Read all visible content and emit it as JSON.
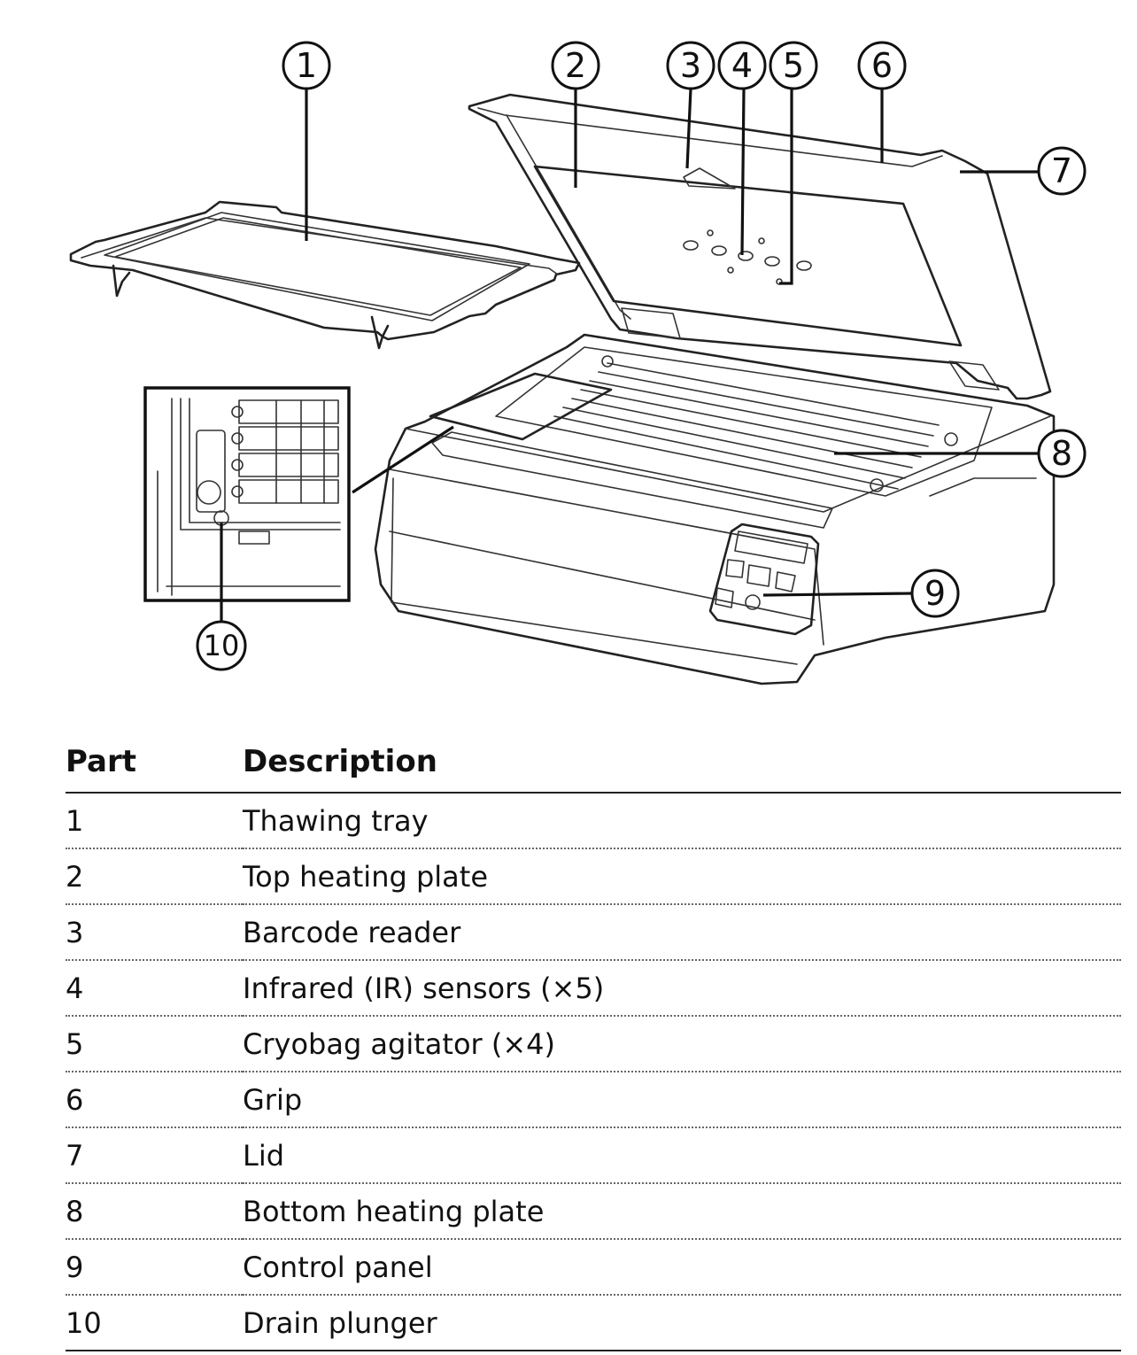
{
  "callouts": [
    "1",
    "2",
    "3",
    "4",
    "5",
    "6",
    "7",
    "8",
    "9",
    "10"
  ],
  "table": {
    "headers": {
      "part": "Part",
      "description": "Description"
    },
    "rows": [
      {
        "part": "1",
        "description": "Thawing tray"
      },
      {
        "part": "2",
        "description": "Top heating plate"
      },
      {
        "part": "3",
        "description": "Barcode reader"
      },
      {
        "part": "4",
        "description": "Infrared (IR) sensors (×5)"
      },
      {
        "part": "5",
        "description": "Cryobag agitator (×4)"
      },
      {
        "part": "6",
        "description": "Grip"
      },
      {
        "part": "7",
        "description": "Lid"
      },
      {
        "part": "8",
        "description": "Bottom heating plate"
      },
      {
        "part": "9",
        "description": "Control panel"
      },
      {
        "part": "10",
        "description": "Drain plunger"
      }
    ]
  }
}
